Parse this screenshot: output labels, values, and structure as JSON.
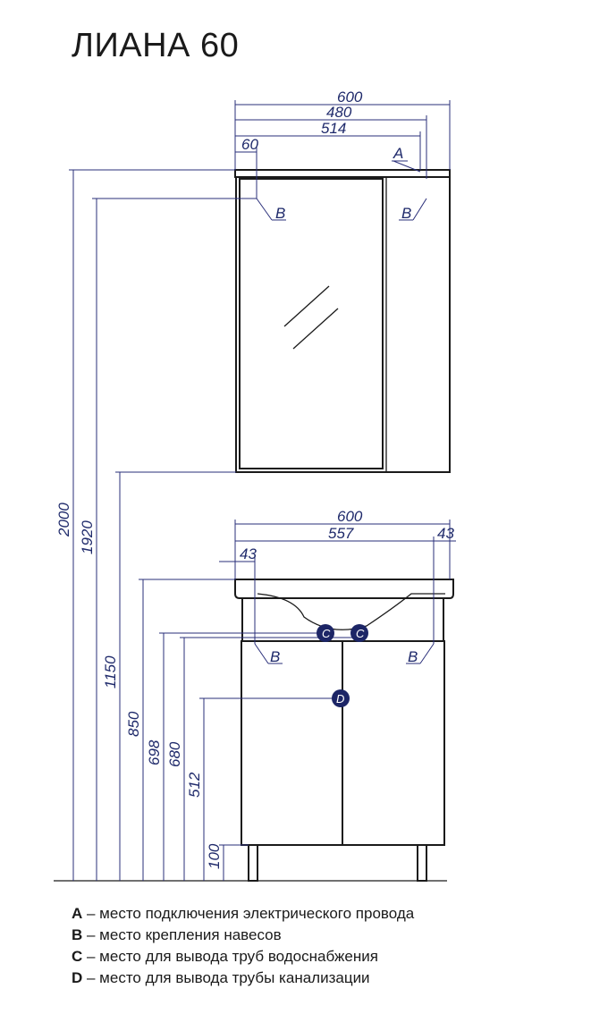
{
  "title": "ЛИАНА 60",
  "dimensions": {
    "mirror_width": "600",
    "mirror_480": "480",
    "mirror_514": "514",
    "mirror_60": "60",
    "vanity_width": "600",
    "vanity_557": "557",
    "vanity_43_right": "43",
    "vanity_43_left": "43",
    "h_2000": "2000",
    "h_1920": "1920",
    "h_1150": "1150",
    "h_850": "850",
    "h_698": "698",
    "h_680": "680",
    "h_512": "512",
    "h_100": "100"
  },
  "markers": {
    "a": "A",
    "b": "B",
    "c": "C",
    "d": "D"
  },
  "legend": [
    {
      "key": "A",
      "text": " – место подключения электрического провода"
    },
    {
      "key": "B",
      "text": " – место крепления навесов"
    },
    {
      "key": "C",
      "text": " – место для вывода труб водоснабжения"
    },
    {
      "key": "D",
      "text": " – место для вывода трубы канализации"
    }
  ]
}
